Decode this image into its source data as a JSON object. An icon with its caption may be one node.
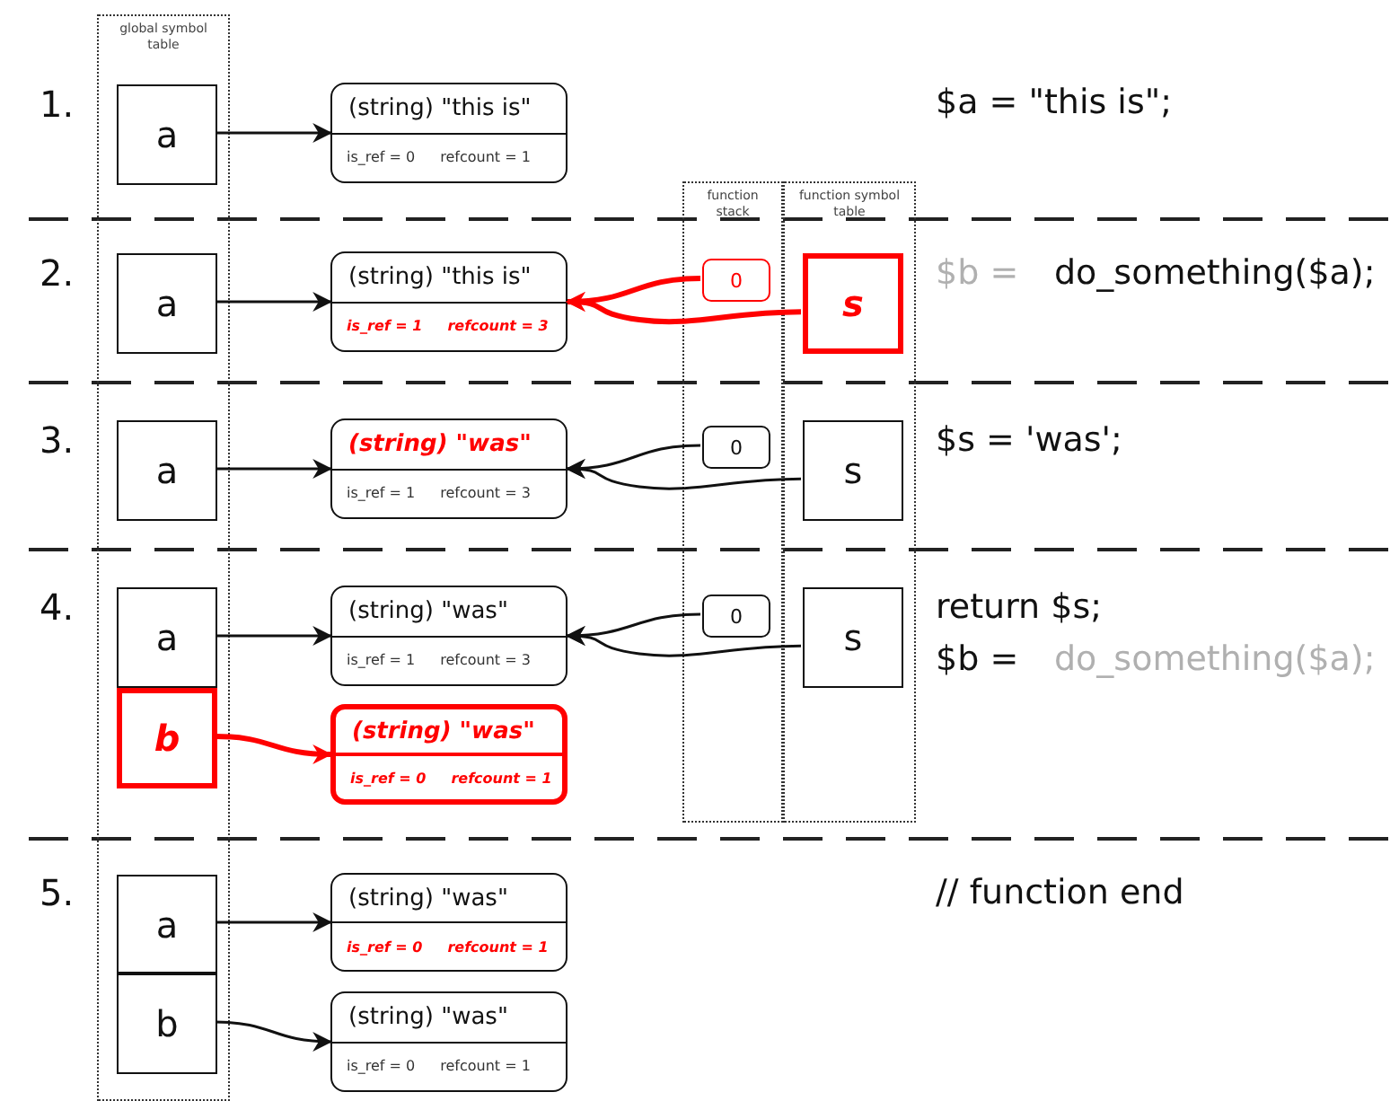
{
  "diagram": {
    "nodes": [
      {
        "text": [
          "global symbol table"
        ]
      },
      {
        "text": [
          "function stack"
        ]
      },
      {
        "text": [
          "function symbol table"
        ]
      },
      {
        "text": [
          "a"
        ],
        "in": 0
      },
      {
        "text": [
          "(string) \"this is\"",
          "is_ref = 0",
          "refcount = 1"
        ]
      },
      {
        "text": [
          "a"
        ],
        "in": 0
      },
      {
        "text": [
          "(string) \"this is\"",
          "is_ref = 1",
          "refcount = 3"
        ]
      },
      {
        "text": [
          "0"
        ],
        "in": 1
      },
      {
        "text": [
          "s"
        ],
        "in": 2
      },
      {
        "text": [
          "a"
        ],
        "in": 0
      },
      {
        "text": [
          "(string) \"was\"",
          "is_ref = 1",
          "refcount = 3"
        ]
      },
      {
        "text": [
          "0"
        ],
        "in": 1
      },
      {
        "text": [
          "s"
        ],
        "in": 2
      },
      {
        "text": [
          "a"
        ],
        "in": 0
      },
      {
        "text": [
          "(string) \"was\"",
          "is_ref = 1",
          "refcount = 3"
        ]
      },
      {
        "text": [
          "0"
        ],
        "in": 1
      },
      {
        "text": [
          "s"
        ],
        "in": 2
      },
      {
        "text": [
          "b"
        ],
        "in": 0
      },
      {
        "text": [
          "(string) \"was\"",
          "is_ref = 0",
          "refcount = 1"
        ]
      },
      {
        "text": [
          "a"
        ],
        "in": 0
      },
      {
        "text": [
          "(string) \"was\"",
          "is_ref = 0",
          "refcount = 1"
        ]
      },
      {
        "text": [
          "b"
        ],
        "in": 0
      },
      {
        "text": [
          "(string) \"was\"",
          "is_ref = 0",
          "refcount = 1"
        ]
      }
    ],
    "edges": [
      {
        "from": 3,
        "to": 4,
        "arrow": "to"
      },
      {
        "from": 5,
        "to": 6,
        "arrow": "to"
      },
      {
        "from": 7,
        "to": 6,
        "arrow": "to",
        "style": "thick",
        "color": "#ff0000"
      },
      {
        "from": 8,
        "to": 6,
        "arrow": "to",
        "style": "thick",
        "color": "#ff0000"
      },
      {
        "from": 9,
        "to": 10,
        "arrow": "to"
      },
      {
        "from": 11,
        "to": 10,
        "arrow": "to"
      },
      {
        "from": 12,
        "to": 10,
        "arrow": "to"
      },
      {
        "from": 13,
        "to": 14,
        "arrow": "to"
      },
      {
        "from": 15,
        "to": 14,
        "arrow": "to"
      },
      {
        "from": 16,
        "to": 14,
        "arrow": "to"
      },
      {
        "from": 17,
        "to": 18,
        "arrow": "to",
        "style": "thick",
        "color": "#ff0000"
      },
      {
        "from": 19,
        "to": 20,
        "arrow": "to"
      },
      {
        "from": 21,
        "to": 22,
        "arrow": "to"
      }
    ],
    "labels": [
      "1.",
      "$a = \"this is\";",
      "2.",
      "$b =",
      "do_something($a);",
      "3.",
      "$s = 'was';",
      "4.",
      "return $s;",
      "$b =",
      "do_something($a);",
      "5.",
      "// function end"
    ]
  }
}
